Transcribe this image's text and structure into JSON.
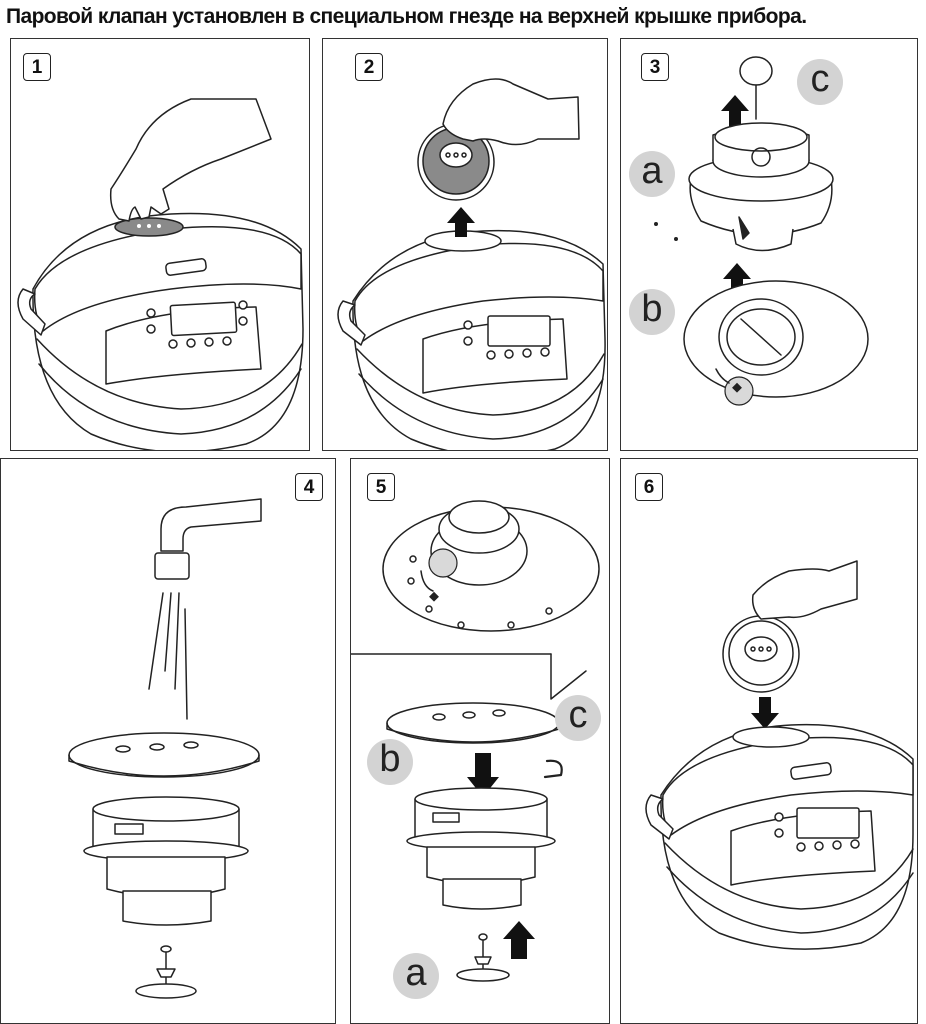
{
  "header": {
    "title": "Паровой клапан установлен в специальном гнезде на верхней крышке прибора."
  },
  "panels": [
    {
      "number": "1"
    },
    {
      "number": "2"
    },
    {
      "number": "3",
      "labels": [
        "a",
        "b",
        "c"
      ]
    },
    {
      "number": "4"
    },
    {
      "number": "5",
      "labels": [
        "a",
        "b",
        "c"
      ]
    },
    {
      "number": "6"
    }
  ],
  "colors": {
    "line": "#222222",
    "valve_gray": "#8a8a8a",
    "label_circle": "#d3d3d3"
  }
}
